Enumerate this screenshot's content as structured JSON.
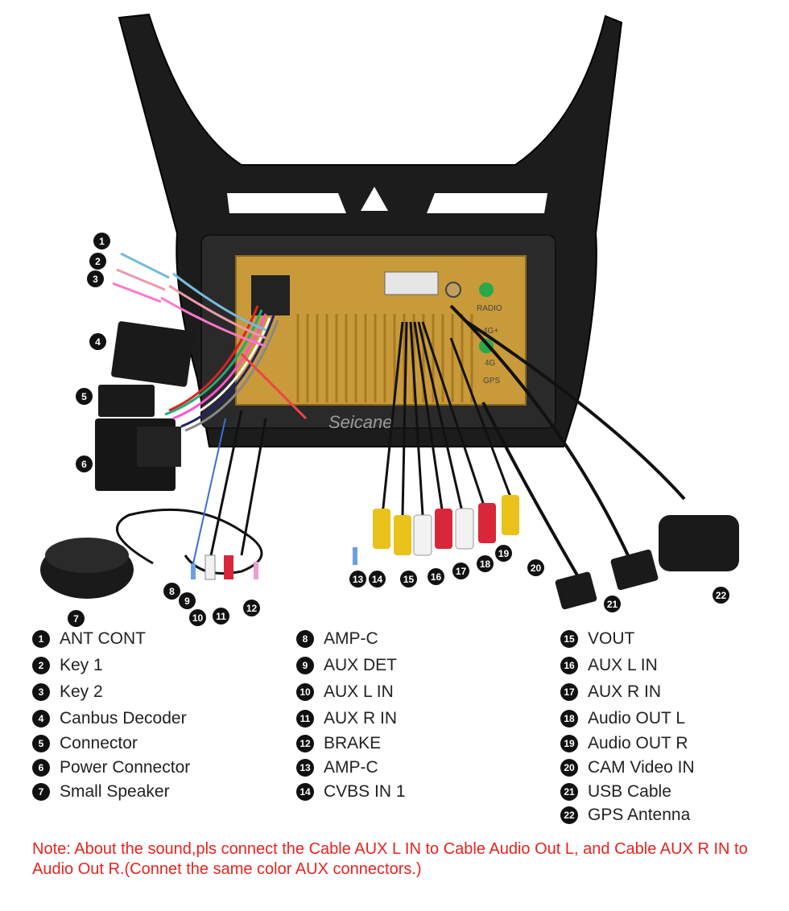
{
  "watermark": "Seicane",
  "panel_labels": {
    "radio": "RADIO",
    "fourg_plus": "4G+",
    "fourg": "4G",
    "gps": "GPS"
  },
  "legend": [
    {
      "num": "1",
      "label": "ANT CONT"
    },
    {
      "num": "2",
      "label": "Key 1"
    },
    {
      "num": "3",
      "label": "Key 2"
    },
    {
      "num": "4",
      "label": "Canbus Decoder"
    },
    {
      "num": "5",
      "label": "Connector"
    },
    {
      "num": "6",
      "label": "Power Connector"
    },
    {
      "num": "7",
      "label": "Small Speaker"
    },
    {
      "num": "8",
      "label": "AMP-C"
    },
    {
      "num": "9",
      "label": "AUX DET"
    },
    {
      "num": "10",
      "label": "AUX L IN"
    },
    {
      "num": "11",
      "label": "AUX R IN"
    },
    {
      "num": "12",
      "label": "BRAKE"
    },
    {
      "num": "13",
      "label": "AMP-C"
    },
    {
      "num": "14",
      "label": "CVBS IN 1"
    },
    {
      "num": "15",
      "label": "VOUT"
    },
    {
      "num": "16",
      "label": "AUX L IN"
    },
    {
      "num": "17",
      "label": "AUX R IN"
    },
    {
      "num": "18",
      "label": "Audio OUT L"
    },
    {
      "num": "19",
      "label": "Audio OUT R"
    },
    {
      "num": "20",
      "label": "CAM Video IN"
    },
    {
      "num": "21",
      "label": "USB Cable"
    },
    {
      "num": "22",
      "label": "GPS Antenna"
    }
  ],
  "note": "Note: About the sound,pls connect the Cable AUX L IN to Cable Audio Out L, and Cable AUX R IN to  Audio Out R.(Connet the same color AUX connectors.)",
  "colors": {
    "frame": "#1b1b1b",
    "panel": "#c89a3a",
    "note": "#e8231f",
    "red_rca": "#d9263a",
    "yellow_rca": "#e9c21b",
    "white_rca": "#f2f2f2"
  }
}
